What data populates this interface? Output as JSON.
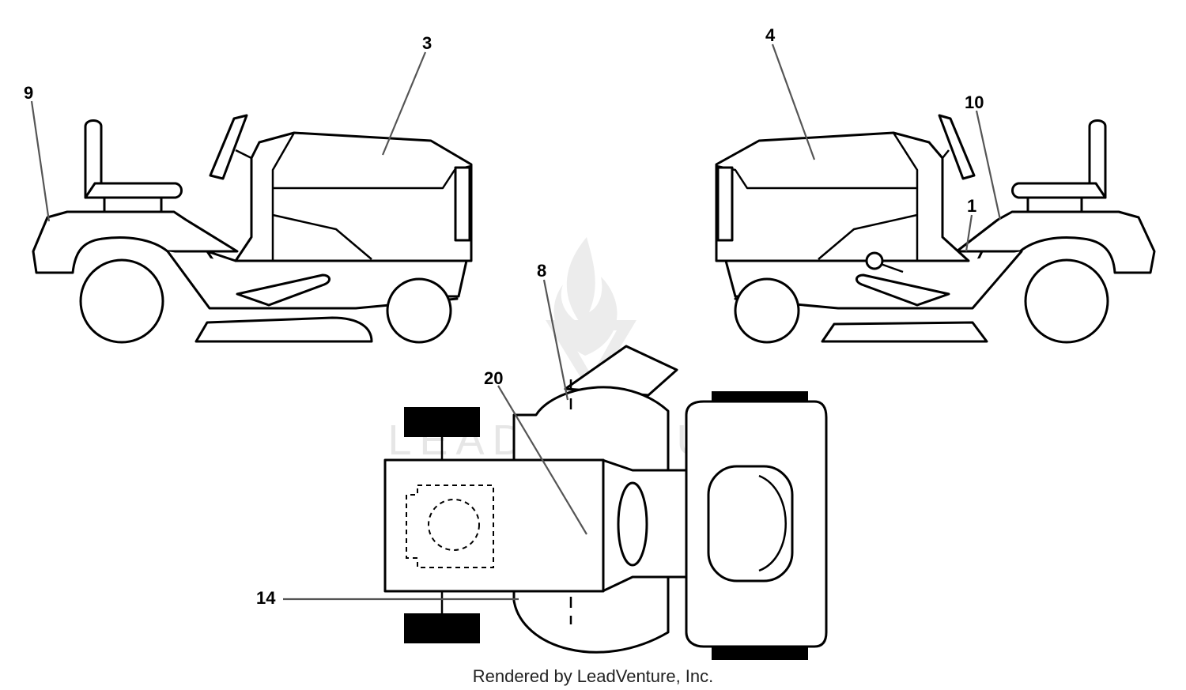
{
  "watermark": {
    "text": "LEADVENTURE"
  },
  "callouts": {
    "c1": "1",
    "c3": "3",
    "c4": "4",
    "c8": "8",
    "c9": "9",
    "c10": "10",
    "c14": "14",
    "c20": "20"
  },
  "footer": {
    "text": "Rendered by LeadVenture, Inc."
  }
}
